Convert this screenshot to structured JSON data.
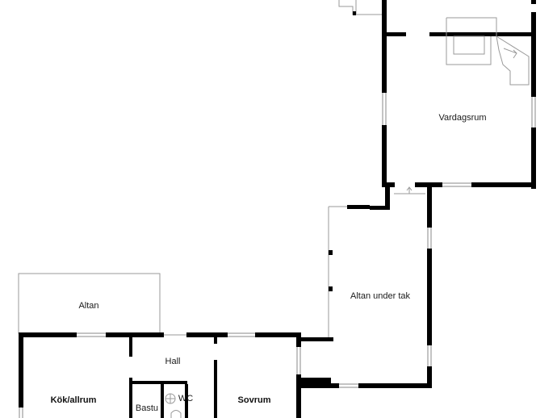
{
  "rooms": {
    "vardagsrum": "Vardagsrum",
    "altan_under_tak": "Altan under tak",
    "altan": "Altan",
    "hall": "Hall",
    "kok_allrum": "Kök/allrum",
    "bastu": "Bastu",
    "wc": "WC",
    "sovrum": "Sovrum"
  },
  "icons": {
    "fireplace": "fireplace-icon",
    "stair_arrow": "arrow-up-icon",
    "toilet": "toilet-icon"
  },
  "colors": {
    "wall": "#000000",
    "outline": "#9a9a9a"
  }
}
